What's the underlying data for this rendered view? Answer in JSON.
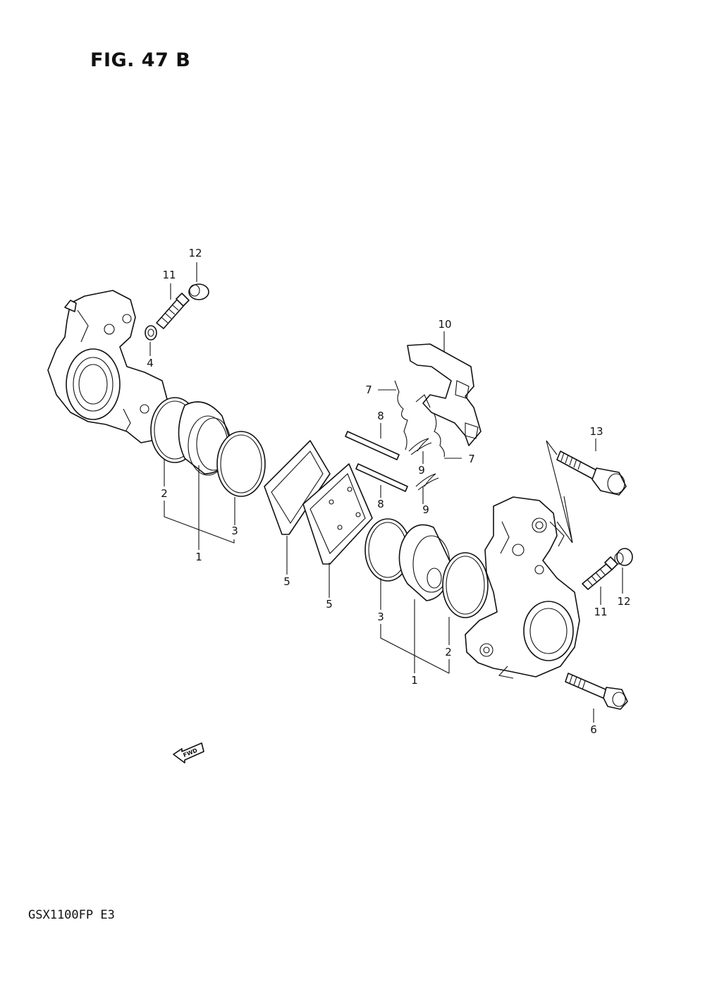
{
  "figure": {
    "title": "FIG. 47 B",
    "model_code": "GSX1100FP  E3",
    "fwd_marker": "FWD"
  },
  "callouts": {
    "n1a": "1",
    "n2a": "2",
    "n3a": "3",
    "n4": "4",
    "n5a": "5",
    "n5b": "5",
    "n6": "6",
    "n7a": "7",
    "n7b": "7",
    "n8a": "8",
    "n8b": "8",
    "n9a": "9",
    "n9b": "9",
    "n10": "10",
    "n11a": "11",
    "n11b": "11",
    "n12a": "12",
    "n12b": "12",
    "n13": "13",
    "n1b": "1",
    "n2b": "2",
    "n3b": "3"
  }
}
